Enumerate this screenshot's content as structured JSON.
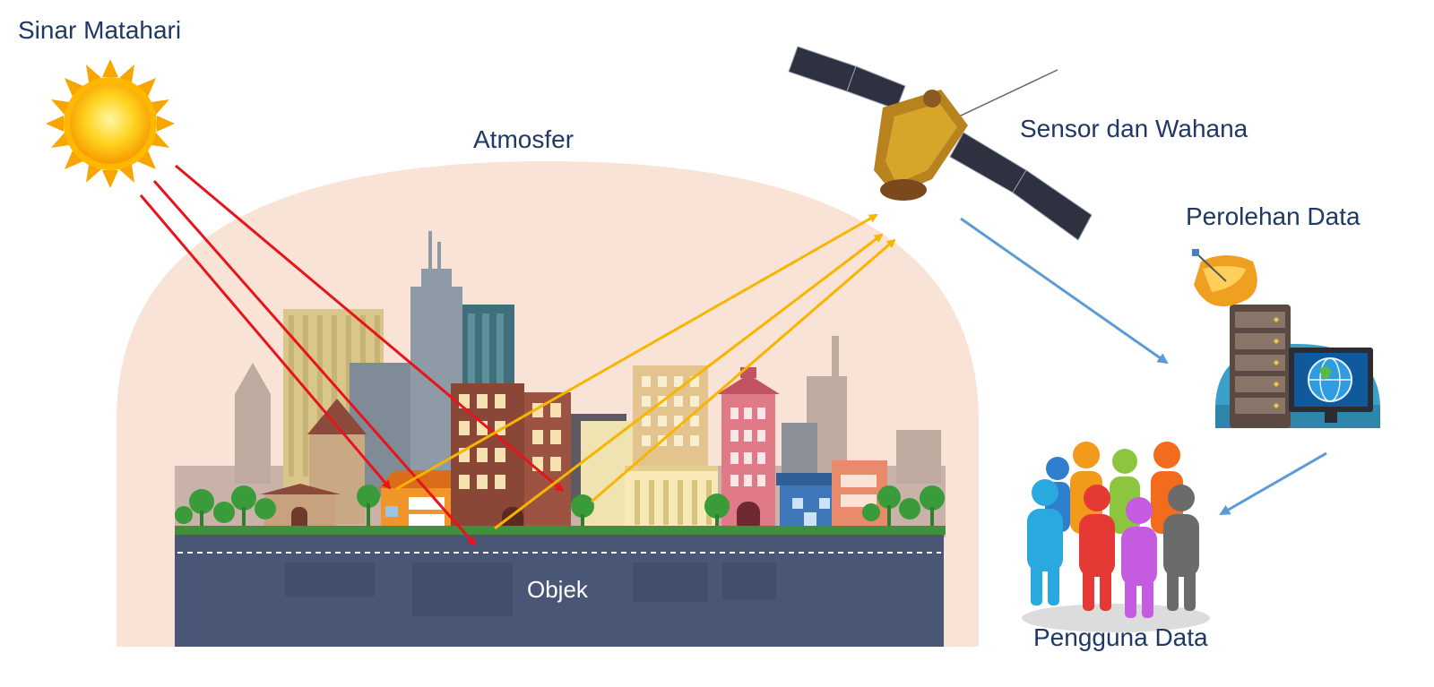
{
  "labels": {
    "sun": "Sinar Matahari",
    "atmosphere": "Atmosfer",
    "sensor": "Sensor dan Wahana",
    "acquisition": "Perolehan Data",
    "users": "Pengguna Data",
    "object": "Objek"
  },
  "colors": {
    "label_text": "#1f3864",
    "atmosphere": "#f8e3d6",
    "ground": "#4a5676",
    "incoming_ray": "#e8131b",
    "reflected_ray": "#f7b500",
    "data_flow": "#5b9bd5",
    "sun_core": "#ffc20e"
  },
  "icons": {
    "sun": "sun-icon",
    "satellite": "satellite-icon",
    "ground_station": "ground-station-icon",
    "users": "people-group-icon",
    "city": "city-skyline-illustration"
  }
}
